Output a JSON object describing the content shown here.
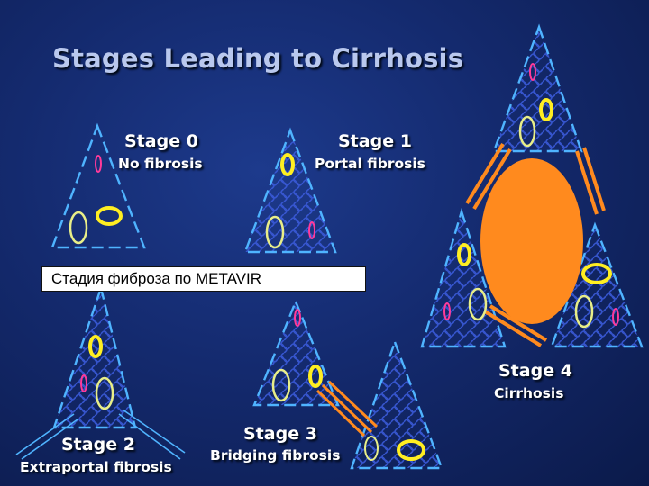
{
  "title": "Stages Leading to Cirrhosis",
  "caption": "Стадия фиброза по METAVIR",
  "stages": [
    {
      "label": "Stage 0",
      "description": "No fibrosis"
    },
    {
      "label": "Stage 1",
      "description": "Portal fibrosis"
    },
    {
      "label": "Stage 2",
      "description": "Extraportal fibrosis"
    },
    {
      "label": "Stage 3",
      "description": "Bridging fibrosis"
    },
    {
      "label": "Stage 4",
      "description": "Cirrhosis"
    }
  ],
  "colors": {
    "background": "#142a6e",
    "triangle_outline": "#4fb4ff",
    "fibrosis_mesh": "#3a5ad8",
    "fibrosis_band": "#ff8a1e",
    "nodule": "#ff8a1e",
    "ring_yellow": "#ffee22",
    "ring_light": "#e8ee88",
    "vessel_pink": "#ff3a9a",
    "title": "#b9c8ee"
  }
}
